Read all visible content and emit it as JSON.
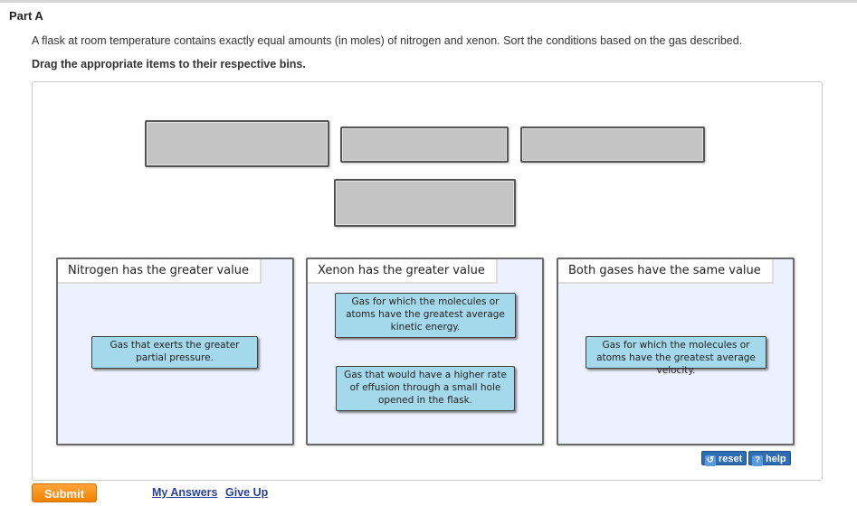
{
  "part": {
    "title": "Part A"
  },
  "question": {
    "text": "A flask at room temperature contains exactly equal amounts (in moles) of nitrogen and xenon. Sort the conditions based on the gas described.",
    "instruction": "Drag the appropriate items to their respective bins."
  },
  "bins": [
    {
      "label": "Nitrogen has the greater value"
    },
    {
      "label": "Xenon has the greater value"
    },
    {
      "label": "Both gases have the same value"
    }
  ],
  "items": [
    {
      "text": "Gas that exerts the greater partial pressure.",
      "bin": "Nitrogen has the greater value"
    },
    {
      "text": "Gas for which the molecules or atoms have the greatest average kinetic energy.",
      "bin": "Xenon has the greater value"
    },
    {
      "text": "Gas that would have a higher rate of effusion through a small hole opened in the flask.",
      "bin": "Xenon has the greater value"
    },
    {
      "text": "Gas for which the molecules or atoms have the greatest average velocity.",
      "bin": "Both gases have the same value"
    }
  ],
  "tools": {
    "reset_label": "reset",
    "help_label": "help",
    "reset_icon": "reset-arrow-icon",
    "help_icon": "question-mark-icon",
    "reset_glyph": "↺",
    "help_glyph": "?"
  },
  "footer": {
    "submit_label": "Submit",
    "my_answers_label": "My Answers",
    "give_up_label": "Give Up"
  },
  "colors": {
    "slot": "#c4c4c4",
    "bin_background": "#edf1fd",
    "item_background": "#a4d9ec",
    "submit": "#f59a23",
    "tool_button": "#2e6db3",
    "link": "#2b3f99"
  }
}
